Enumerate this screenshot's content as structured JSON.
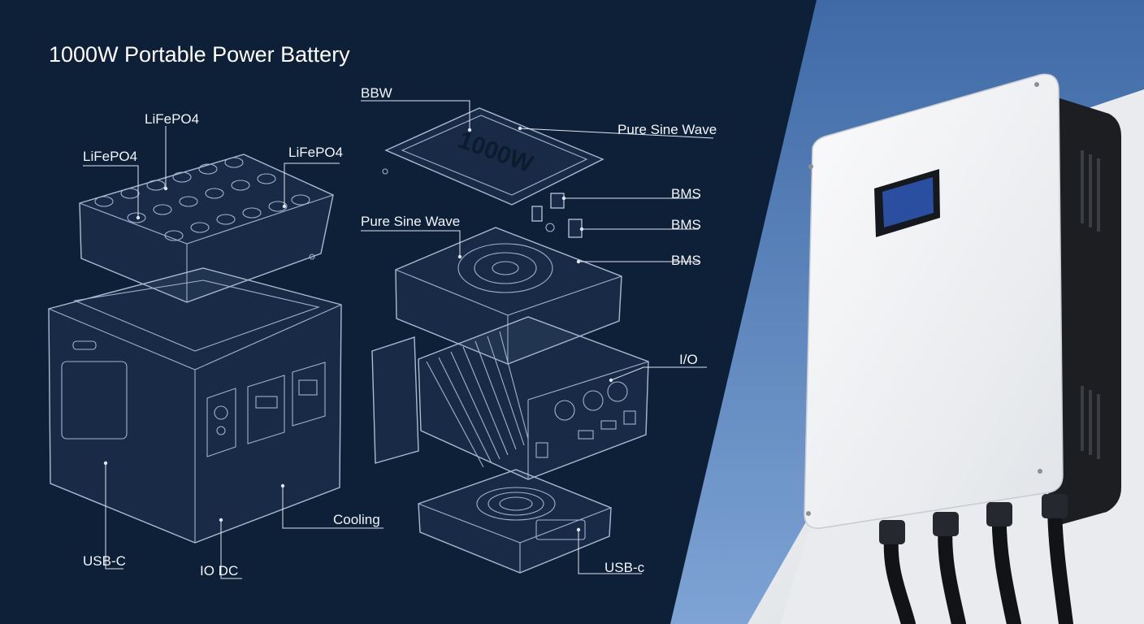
{
  "title": "1000W Portable Power Battery",
  "colors": {
    "background": "#0e1f38",
    "line": "#a9bbd3",
    "label": "#f2f5fa",
    "sky": "#4e7bb5",
    "wall": "#eef0f2",
    "inverter_body": "#f4f5f7",
    "screen": "#2a4fa0"
  },
  "labels": {
    "lifepo4_top": "LiFePO4",
    "lifepo4_left": "LiFePO4",
    "lifepo4_right": "LiFePO4",
    "bbw": "BBW",
    "pure_sine_wave_top": "Pure Sine Wave",
    "pure_sine_wave_mid": "Pure Sine Wave",
    "bms_1": "BMS",
    "bms_2": "BMS",
    "bms_3": "BMS",
    "io": "I/O",
    "cooling": "Cooling",
    "usb_c_left": "USB-C",
    "io_dc": "IO DC",
    "usb_c_bottom": "USB-c"
  },
  "lid_marking": "1000W"
}
